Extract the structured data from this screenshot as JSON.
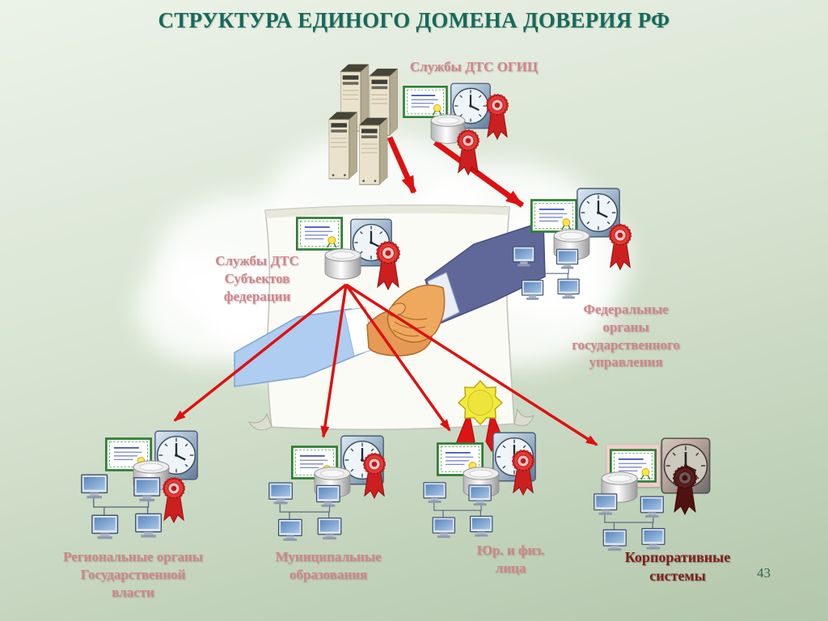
{
  "slide": {
    "title": "СТРУКТУРА ЕДИНОГО ДОМЕНА ДОВЕРИЯ РФ",
    "page_number": "43"
  },
  "nodes": {
    "ogic": {
      "label": "Службы ДТС  ОГИЦ"
    },
    "subjects": {
      "label": "Службы ДТС\nСубъектов\nфедерации"
    },
    "federal": {
      "label": "Федеральные\nорганы\nгосударственного\nуправления"
    },
    "regional": {
      "label": "Региональные органы\nГосударственной\nвласти"
    },
    "municipal": {
      "label": "Муниципальные\nобразования"
    },
    "legal": {
      "label": "Юр. и физ.\nлица"
    },
    "corporate": {
      "label": "Корпоративные\nсистемы"
    }
  },
  "icons": {
    "servers": "server-towers-icon",
    "certificate": "certificate-icon",
    "clock": "clock-icon",
    "database": "database-cylinder-icon",
    "ribbon": "award-ribbon-icon",
    "computers": "computer-network-icon",
    "illustration": "handshake-scroll-illustration",
    "seal": "red-ribbon-seal-icon"
  },
  "colors": {
    "title": "#17695a",
    "label_pink": "#cf868b",
    "label_maroon": "#7d1f1a",
    "arrow": "#dd1111",
    "page_number": "#2e6651",
    "background_top": "#ecf2e8",
    "background_bottom": "#b3c7ac"
  }
}
